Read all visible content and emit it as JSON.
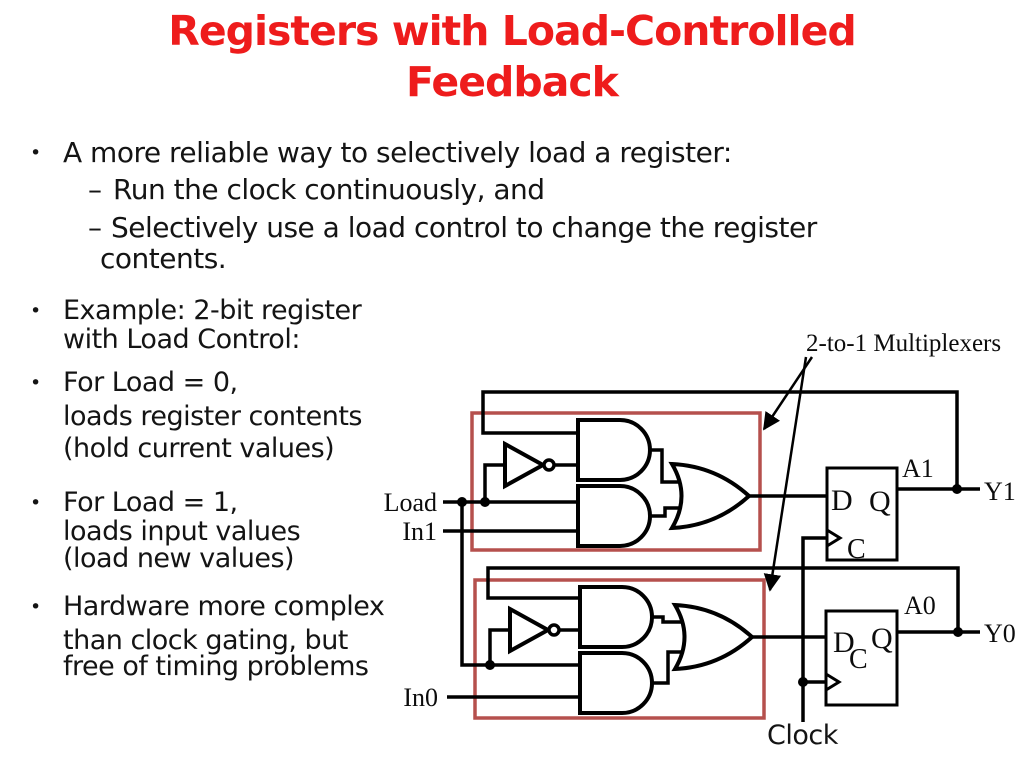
{
  "slide": {
    "title_line1": "Registers with Load-Controlled",
    "title_line2": "Feedback"
  },
  "markers": {
    "bullet": "•",
    "dash": "–"
  },
  "body": {
    "b1": "A more reliable way to selectively load a register:",
    "s1": "Run the clock continuously, and",
    "s2": "Selectively use a load control to change the register",
    "s2b": "contents.",
    "b2a": "Example: 2-bit register",
    "b2b": "with Load Control:",
    "b3a": "For Load = 0,",
    "b3b": "loads register contents",
    "b3c": "(hold current values)",
    "b4a": "For Load = 1,",
    "b4b": "loads input values",
    "b4c": "(load new values)",
    "b5a": "Hardware more complex",
    "b5b": "than clock gating, but",
    "b5c": "free of timing problems"
  },
  "diagram": {
    "mux_label": "2-to-1 Multiplexers",
    "load_label": "Load",
    "in1_label": "In1",
    "in0_label": "In0",
    "clock_label": "Clock",
    "a1_label": "A1",
    "y1_label": "Y1",
    "a0_label": "A0",
    "y0_label": "Y0",
    "ff1": {
      "d": "D",
      "q": "Q",
      "c": "C"
    },
    "ff2": {
      "d": "D",
      "q": "Q",
      "c": "C"
    }
  },
  "colors": {
    "title_red": "#ee1c1c",
    "mux_box_red": "#b5504d",
    "ink": "#000000"
  }
}
